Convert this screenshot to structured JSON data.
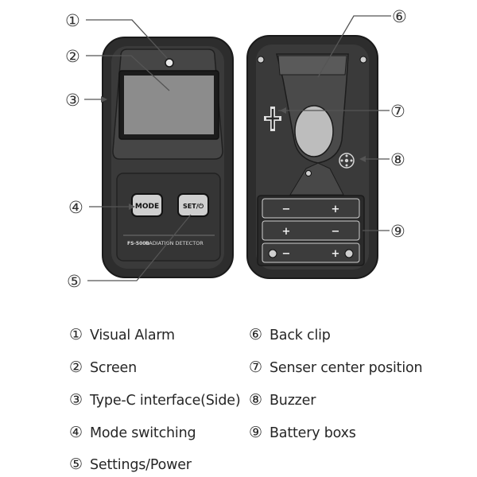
{
  "callouts": [
    "①",
    "②",
    "③",
    "④",
    "⑤",
    "⑥",
    "⑦",
    "⑧",
    "⑨"
  ],
  "device": {
    "mode_label": "MODE",
    "set_label": "SET/⏻",
    "model_label": "FS-5000",
    "product_label": "RADIATION DETECTOR",
    "battery_rows": [
      [
        "−",
        "+"
      ],
      [
        "+",
        "−"
      ],
      [
        "−",
        "+"
      ]
    ]
  },
  "legend": [
    {
      "num": "①",
      "text": "Visual Alarm"
    },
    {
      "num": "②",
      "text": "Screen"
    },
    {
      "num": "③",
      "text": "Type-C interface(Side)"
    },
    {
      "num": "④",
      "text": "Mode switching"
    },
    {
      "num": "⑤",
      "text": "Settings/Power"
    },
    {
      "num": "⑥",
      "text": "Back clip"
    },
    {
      "num": "⑦",
      "text": "Senser center position"
    },
    {
      "num": "⑧",
      "text": "Buzzer"
    },
    {
      "num": "⑨",
      "text": "Battery boxs"
    }
  ]
}
